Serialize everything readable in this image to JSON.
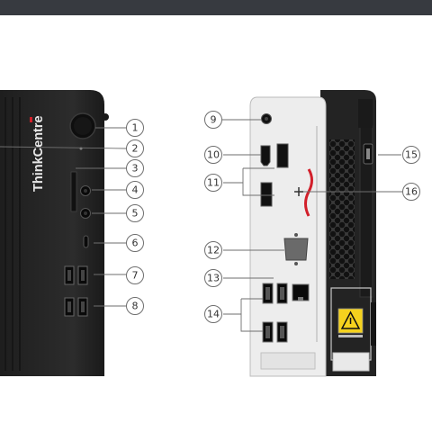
{
  "brand": {
    "text": "ThinkCentre"
  },
  "callouts": {
    "front": [
      {
        "n": "1"
      },
      {
        "n": "2"
      },
      {
        "n": "3"
      },
      {
        "n": "4"
      },
      {
        "n": "5"
      },
      {
        "n": "6"
      },
      {
        "n": "7"
      },
      {
        "n": "8"
      }
    ],
    "rear": [
      {
        "n": "9"
      },
      {
        "n": "10"
      },
      {
        "n": "11"
      },
      {
        "n": "12"
      },
      {
        "n": "13"
      },
      {
        "n": "14"
      },
      {
        "n": "15"
      },
      {
        "n": "16"
      }
    ]
  },
  "colors": {
    "topbar": "#373a40",
    "chassis": "#262626",
    "panel": "#ededed",
    "accent_red": "#d21f2a",
    "callout_stroke": "#6e6e6e"
  },
  "icons": {
    "warning": "warning-icon",
    "usb": "usb-icon",
    "ethernet": "ethernet-icon",
    "power": "power-button-icon"
  }
}
